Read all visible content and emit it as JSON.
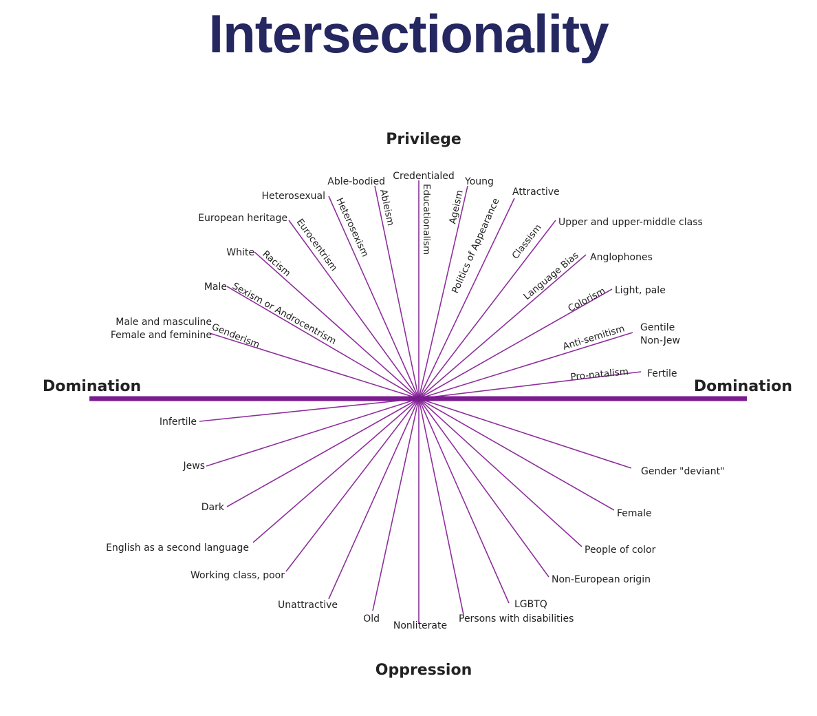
{
  "title": "Intersectionality",
  "axes": {
    "top": "Privilege",
    "bottom": "Oppression",
    "left": "Domination",
    "right": "Domination"
  },
  "colors": {
    "title": "#242760",
    "lines": "#8e2f9c",
    "text": "#222222"
  },
  "spokes": [
    {
      "oppression": "Genderism",
      "privileged": "Male and masculine\nFemale and feminine",
      "oppressed": "Gender \"deviant\""
    },
    {
      "oppression": "Sexism or Androcentrism",
      "privileged": "Male",
      "oppressed": "Female"
    },
    {
      "oppression": "Racism",
      "privileged": "White",
      "oppressed": "People of color"
    },
    {
      "oppression": "Eurocentrism",
      "privileged": "European heritage",
      "oppressed": "Non-European origin"
    },
    {
      "oppression": "Heterosexism",
      "privileged": "Heterosexual",
      "oppressed": "LGBTQ"
    },
    {
      "oppression": "Ableism",
      "privileged": "Able-bodied",
      "oppressed": "Persons with disabilities"
    },
    {
      "oppression": "Educationalism",
      "privileged": "Credentialed",
      "oppressed": "Nonliterate"
    },
    {
      "oppression": "Ageism",
      "privileged": "Young",
      "oppressed": "Old"
    },
    {
      "oppression": "Politics of Appearance",
      "privileged": "Attractive",
      "oppressed": "Unattractive"
    },
    {
      "oppression": "Classism",
      "privileged": "Upper and upper-middle class",
      "oppressed": "Working class, poor"
    },
    {
      "oppression": "Language Bias",
      "privileged": "Anglophones",
      "oppressed": "English as a second language"
    },
    {
      "oppression": "Colorism",
      "privileged": "Light, pale",
      "oppressed": "Dark"
    },
    {
      "oppression": "Anti-semitism",
      "privileged": "Gentile\nNon-Jew",
      "oppressed": "Jews"
    },
    {
      "oppression": "Pro-natalism",
      "privileged": "Fertile",
      "oppressed": "Infertile"
    }
  ]
}
